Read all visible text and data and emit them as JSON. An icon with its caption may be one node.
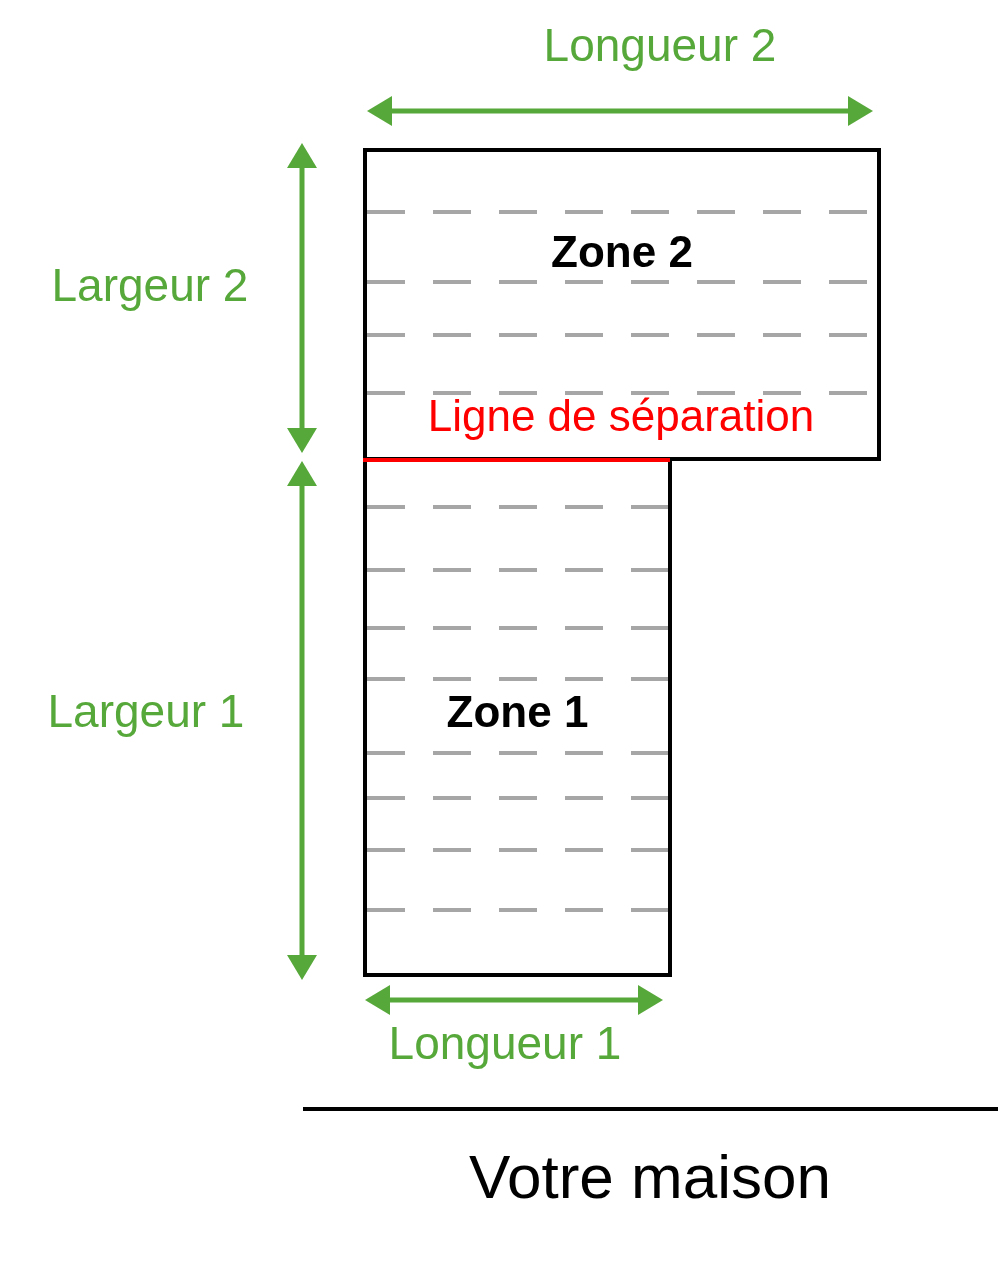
{
  "diagram": {
    "nodes": [
      {
        "text": [
          "Zone 2"
        ]
      },
      {
        "text": [
          "Zone 1"
        ]
      }
    ],
    "edges": [],
    "labels": [
      "Longueur 2",
      "Largeur 2",
      "Ligne de séparation",
      "Largeur 1",
      "Longueur 1",
      "Votre maison"
    ]
  }
}
